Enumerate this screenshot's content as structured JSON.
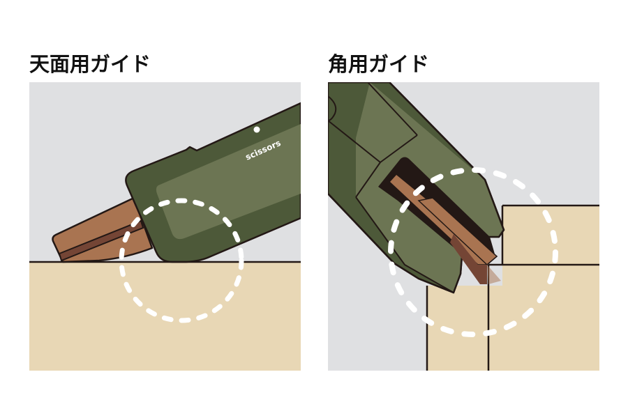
{
  "panels": [
    {
      "title": "天面用ガイド",
      "illustration": "scissors-top-surface-guide",
      "product_label": "scissors",
      "highlight": "dashed-circle"
    },
    {
      "title": "角用ガイド",
      "illustration": "scissors-corner-guide",
      "highlight": "dashed-circle"
    }
  ],
  "colors": {
    "background": "#dfe0e2",
    "surface": "#e8d7b5",
    "body_dark": "#4d5939",
    "body_light": "#6c7553",
    "guide": "#a97451",
    "guide_dark": "#744535",
    "outline": "#231815",
    "dash": "#ffffff"
  }
}
